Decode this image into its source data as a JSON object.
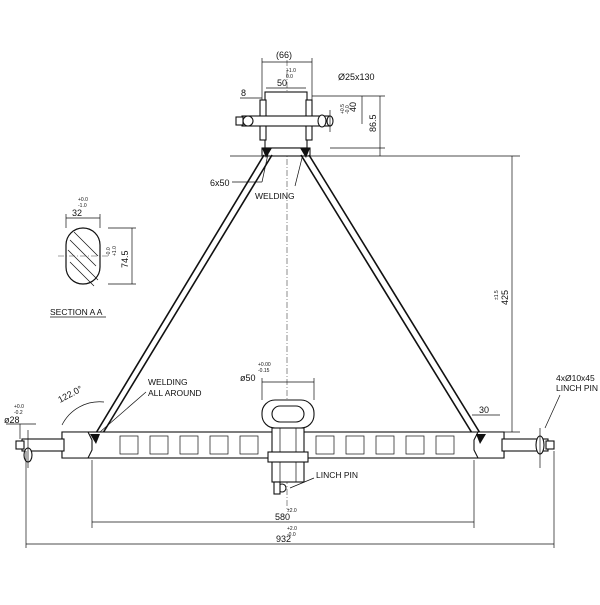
{
  "dimensions": {
    "top_width_ref": "(66)",
    "top_width_tol_upper": "+1.0",
    "top_width_tol_lower": "0.0",
    "inner_width": "50",
    "pin_spec": "Ø25x130",
    "left_offset": "8",
    "height_40": "40",
    "height_40_tol_upper": "+0.5",
    "height_40_tol_lower": "-0.0",
    "height_86": "86.5",
    "weld_size": "6x50",
    "section_width": "32",
    "section_width_tol_upper": "+0.0",
    "section_width_tol_lower": "-1.0",
    "section_thick_tol_upper": "-0.0",
    "section_thick_tol_lower": "+1.0",
    "section_height": "74.5",
    "main_height": "425",
    "main_height_tol": "±1.5",
    "hitch_dia": "ø50",
    "hitch_tol_upper": "+0.00",
    "hitch_tol_lower": "-0.15",
    "angle": "122.0°",
    "end_dia": "ø28",
    "end_tol_upper": "+0.0",
    "end_tol_lower": "-0.2",
    "end_len": "30",
    "span_580": "580",
    "span_580_tol": "±2.0",
    "span_932": "932",
    "span_932_tol_upper": "+2.0",
    "span_932_tol_lower": "-0.0"
  },
  "labels": {
    "welding_top": "WELDING",
    "welding_all_1": "WELDING",
    "welding_all_2": "ALL AROUND",
    "section": "SECTION A A",
    "linch_pin_right_1": "4xØ10x45",
    "linch_pin_right_2": "LINCH PIN",
    "linch_pin_bottom": "LINCH PIN"
  }
}
